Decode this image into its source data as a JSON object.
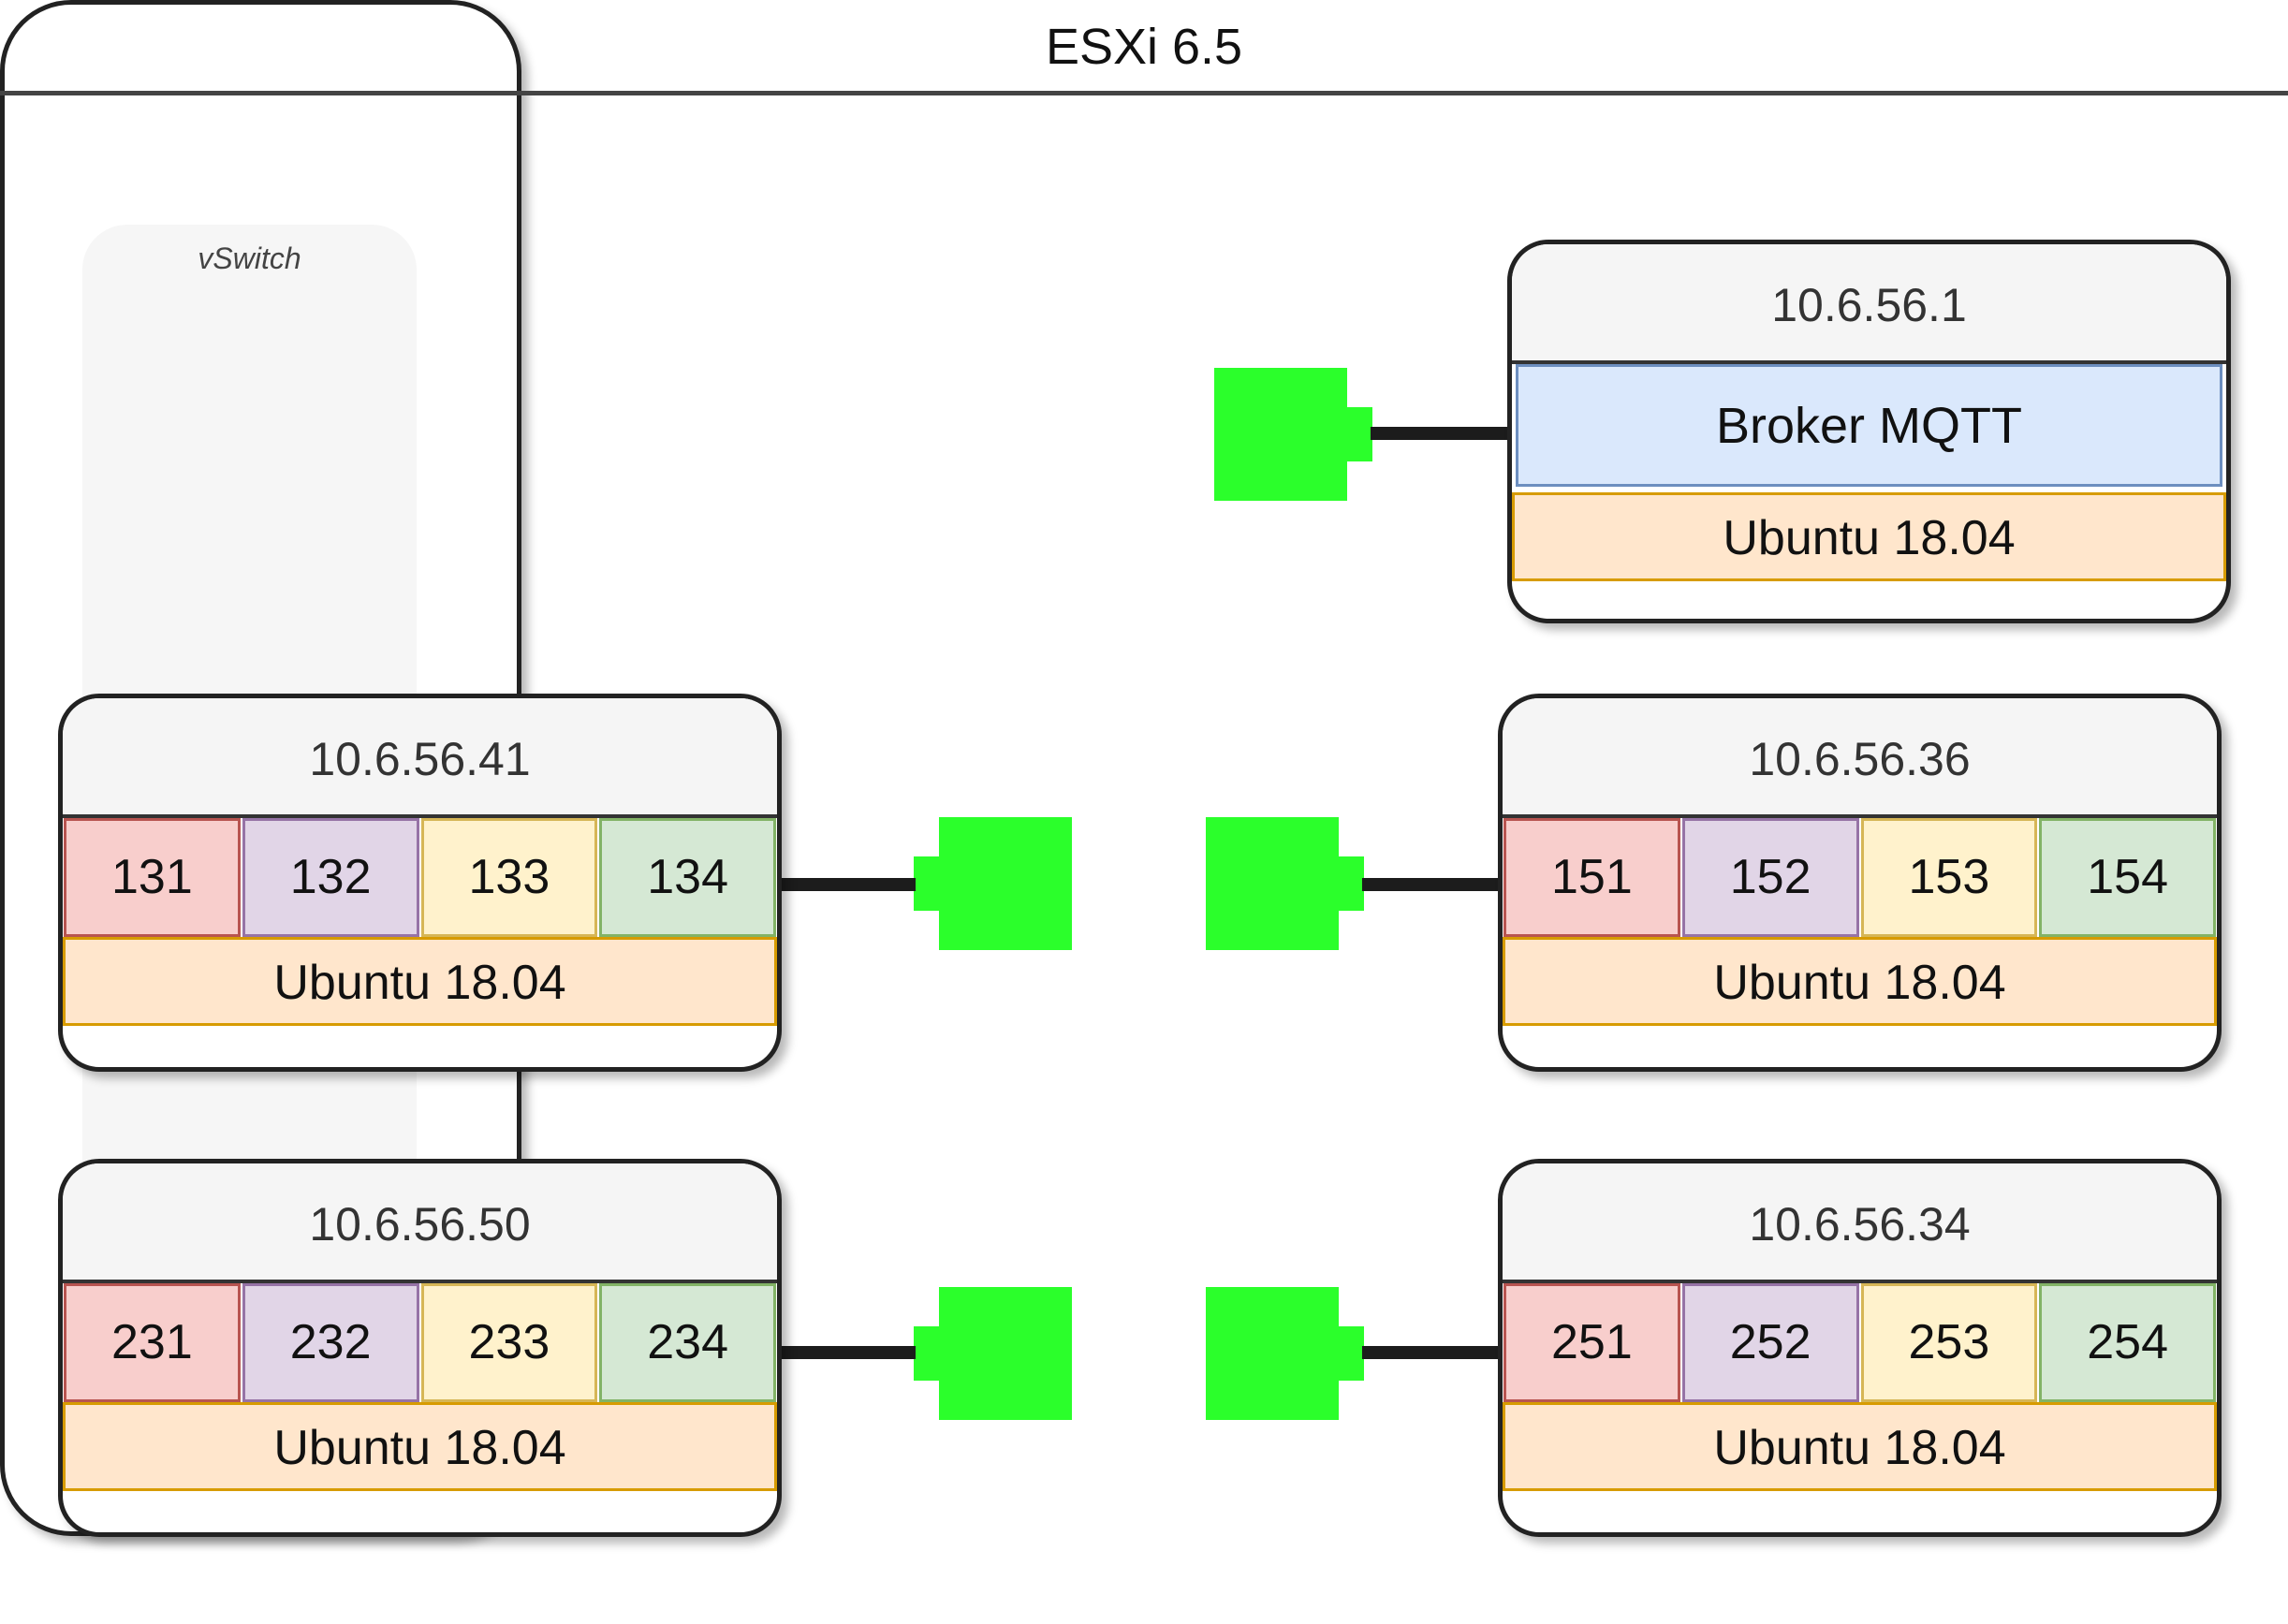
{
  "host": {
    "title": "ESXi 6.5",
    "switch_label": "vSwitch"
  },
  "broker": {
    "ip": "10.6.56.1",
    "service": "Broker MQTT",
    "os": "Ubuntu 18.04"
  },
  "vms": [
    {
      "ip": "10.6.56.41",
      "cells": [
        "131",
        "132",
        "133",
        "134"
      ],
      "os": "Ubuntu 18.04"
    },
    {
      "ip": "10.6.56.50",
      "cells": [
        "231",
        "232",
        "233",
        "234"
      ],
      "os": "Ubuntu 18.04"
    },
    {
      "ip": "10.6.56.36",
      "cells": [
        "151",
        "152",
        "153",
        "154"
      ],
      "os": "Ubuntu 18.04"
    },
    {
      "ip": "10.6.56.34",
      "cells": [
        "251",
        "252",
        "253",
        "254"
      ],
      "os": "Ubuntu 18.04"
    }
  ],
  "colors": {
    "port": "#2bff2b",
    "cell_red": "#f8cecc",
    "cell_purple": "#e1d5e7",
    "cell_yellow": "#fff2cc",
    "cell_green": "#d5e8d4",
    "os_bar": "#ffe6cc",
    "service": "#dae8fc"
  }
}
